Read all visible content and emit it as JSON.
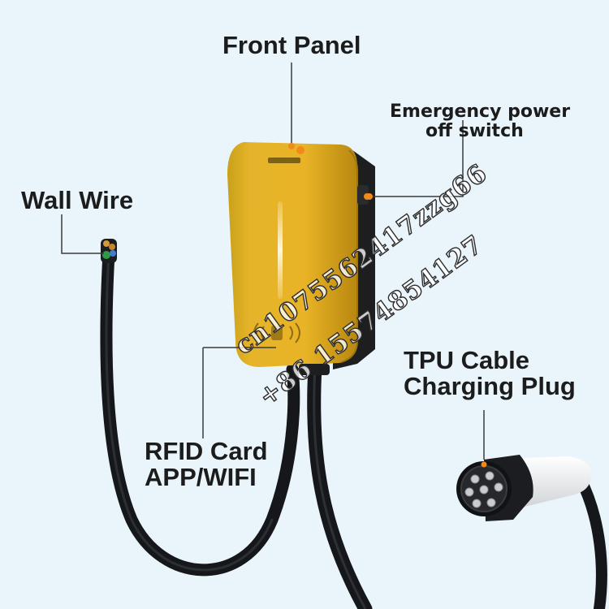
{
  "callouts": {
    "front_panel": "Front Panel",
    "emergency_line1": "Emergency power",
    "emergency_line2": "off switch",
    "wall_wire": "Wall Wire",
    "tpu_line1": "TPU Cable",
    "tpu_line2": "Charging Plug",
    "rfid_line1": "RFID Card",
    "rfid_line2": "APP/WIFI"
  },
  "watermark": {
    "line1": "cn1075562417zzg66",
    "line2": "+86 15574854127"
  },
  "colors": {
    "background": "#eaf5fb",
    "charger_body": "#e3ae20",
    "charger_back": "#1d1e20",
    "cable": "#15171a",
    "accent_orange": "#f28a1a",
    "leader_line": "#3a3a3a"
  },
  "icons": {
    "device_logo": "brand-logo",
    "rfid_reader": "contactless-card-icon",
    "plug_face": "type2-connector-pins"
  }
}
